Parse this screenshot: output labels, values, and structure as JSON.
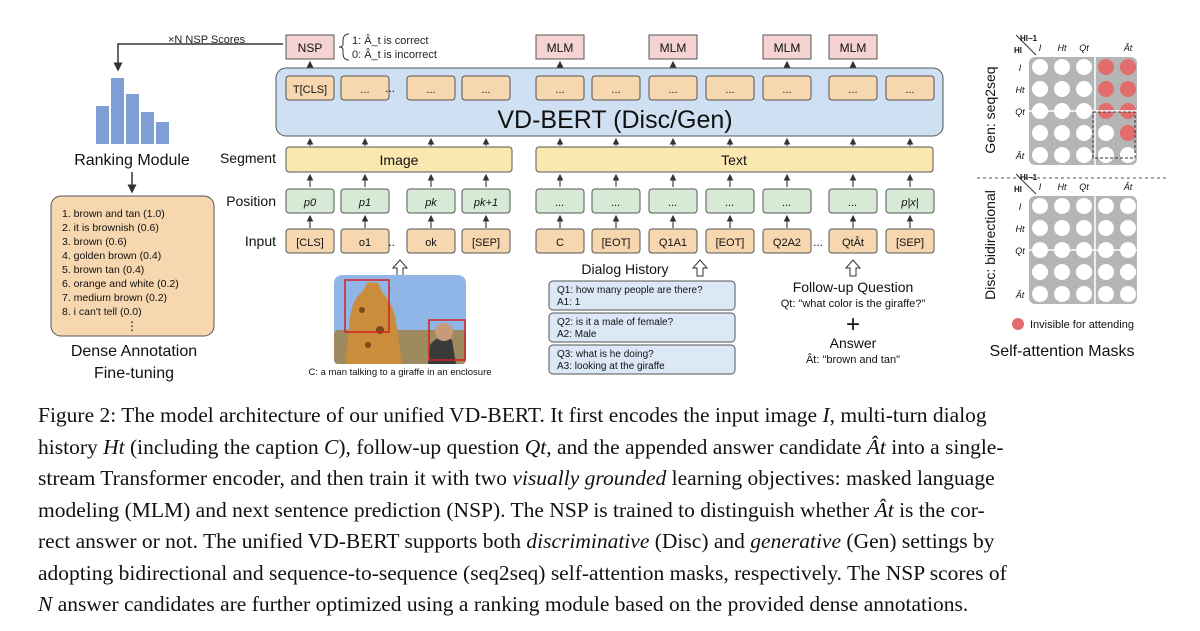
{
  "figure": {
    "left": {
      "nsp_scores": "×N NSP Scores",
      "ranking_module": "Ranking Module",
      "dense_list": [
        "1. brown and tan (1.0)",
        "2. it is brownish (0.6)",
        "3. brown (0.6)",
        "4. golden brown (0.4)",
        "5. brown tan (0.4)",
        "6. orange and white (0.2)",
        "7. medium brown (0.2)",
        "8. i can't tell (0.0)"
      ],
      "dense_title": [
        "Dense Annotation",
        "Fine-tuning"
      ]
    },
    "center": {
      "nsp_label": "NSP",
      "nsp_notes": [
        "1: Â_t is correct",
        "0: Â_t is incorrect"
      ],
      "mlm_label": "MLM",
      "output_tokens": [
        "T[CLS]",
        "...",
        "...",
        "...",
        "...",
        "...",
        "...",
        "...",
        "...",
        "...",
        "..."
      ],
      "model_title": "VD-BERT (Disc/Gen)",
      "row_labels": [
        "Segment",
        "Position",
        "Input"
      ],
      "segment_image": "Image",
      "segment_text": "Text",
      "position_tokens": [
        "p0",
        "p1",
        "pk",
        "pk+1",
        "...",
        "...",
        "...",
        "...",
        "...",
        "...",
        "p|x|"
      ],
      "input_tokens": [
        "[CLS]",
        "o1",
        "ok",
        "[SEP]",
        "C",
        "[EOT]",
        "Q1A1",
        "[EOT]",
        "Q2A2",
        "QtÂt",
        "[SEP]"
      ],
      "image_caption": "C: a man talking to a giraffe in an enclosure",
      "dialog_history_title": "Dialog History",
      "dialog_boxes": [
        {
          "q": "Q1: how many people are there?",
          "a": "A1: 1"
        },
        {
          "q": "Q2: is it a male of female?",
          "a": "A2: Male"
        },
        {
          "q": "Q3: what is he doing?",
          "a": "A3: looking at the giraffe"
        }
      ],
      "followup_title": "Follow-up Question",
      "followup_q": "Qt: \"what color is the giraffe?\"",
      "answer_title": "Answer",
      "answer_value": "Ât: \"brown and tan\""
    },
    "right": {
      "gen_label": "Gen: seq2seq",
      "disc_label": "Disc: bidirectional",
      "header_labels": [
        "Hl",
        "Hl−1",
        "I",
        "Ht",
        "Qt",
        "Ât"
      ],
      "row_labels": [
        "I",
        "Ht",
        "Qt",
        "Ât"
      ],
      "legend": "Invisible for attending",
      "title": "Self-attention Masks"
    },
    "colors": {
      "token_orange": "#f7d7b0",
      "token_green": "#d6ead6",
      "segment_yellow": "#fbe8b0",
      "bert_blue": "#cfe0f2",
      "pink_head": "#f5d3d3",
      "mask_red": "#e36c6c",
      "bar_blue": "#7f9fd4"
    }
  },
  "caption_lines": [
    [
      "Figure 2: The model architecture of our unified VD-BERT. It first encodes the input image ",
      "I",
      ", multi-turn dialog"
    ],
    [
      "history ",
      "Ht",
      " (including the caption ",
      "C",
      "), follow-up question ",
      "Qt",
      ", and the appended answer candidate ",
      "Ât",
      " into a single-"
    ],
    [
      "stream Transformer encoder, and then train it with two ",
      "visually grounded",
      " learning objectives: masked language"
    ],
    [
      "modeling (MLM) and next sentence prediction (NSP). The NSP is trained to distinguish whether ",
      "Ât",
      " is the cor-"
    ],
    [
      "rect answer or not. The unified VD-BERT supports both ",
      "discriminative",
      " (Disc) and ",
      "generative",
      " (Gen) settings by"
    ],
    [
      "adopting bidirectional and sequence-to-sequence (seq2seq) self-attention masks, respectively. The NSP scores of"
    ],
    [
      "N",
      " answer candidates are further optimized using a ranking module based on the provided dense annotations."
    ]
  ]
}
